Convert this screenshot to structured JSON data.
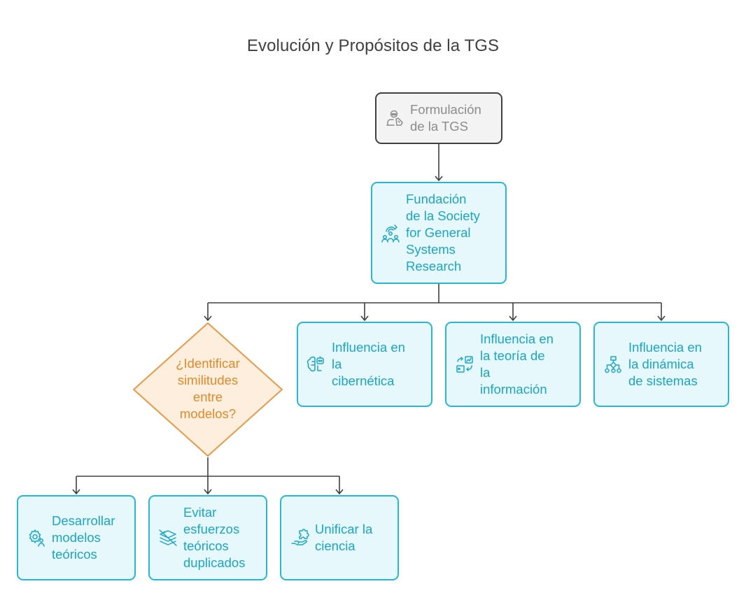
{
  "title": "Evolución y Propósitos de la TGS",
  "colors": {
    "accent": "#29b6d3",
    "accent_fill": "#e6f8fc",
    "accent_text": "#1ba5c6",
    "gray_border": "#404040",
    "gray_fill": "#f3f3f3",
    "gray_text": "#8c8c8c",
    "decision_border": "#e69a4a",
    "decision_fill": "#fdeedd",
    "decision_text": "#e08a2c",
    "connector": "#404040"
  },
  "nodes": {
    "formulacion": {
      "label": "Formulación\nde la TGS",
      "icon": "scientist-icon"
    },
    "fundacion": {
      "label": "Fundación\nde la Society\nfor General\nSystems\nResearch",
      "icon": "community-network-icon"
    },
    "cibernetica": {
      "label": "Influencia en\nla\ncibernética",
      "icon": "brain-robot-icon"
    },
    "informacion": {
      "label": "Influencia en\nla teoría de\nla\ninformación",
      "icon": "data-transfer-icon"
    },
    "dinamica": {
      "label": "Influencia en\nla dinámica\nde sistemas",
      "icon": "flowchart-icon"
    },
    "decision": {
      "label": "¿Identificar\nsimilitudes\nentre\nmodelos?"
    },
    "desarrollar": {
      "label": "Desarrollar\nmodelos\nteóricos",
      "icon": "gear-person-icon"
    },
    "evitar": {
      "label": "Evitar\nesfuerzos\nteóricos\nduplicados",
      "icon": "crossed-layers-icon"
    },
    "unificar": {
      "label": "Unificar la\nciencia",
      "icon": "puzzle-hand-icon"
    }
  }
}
